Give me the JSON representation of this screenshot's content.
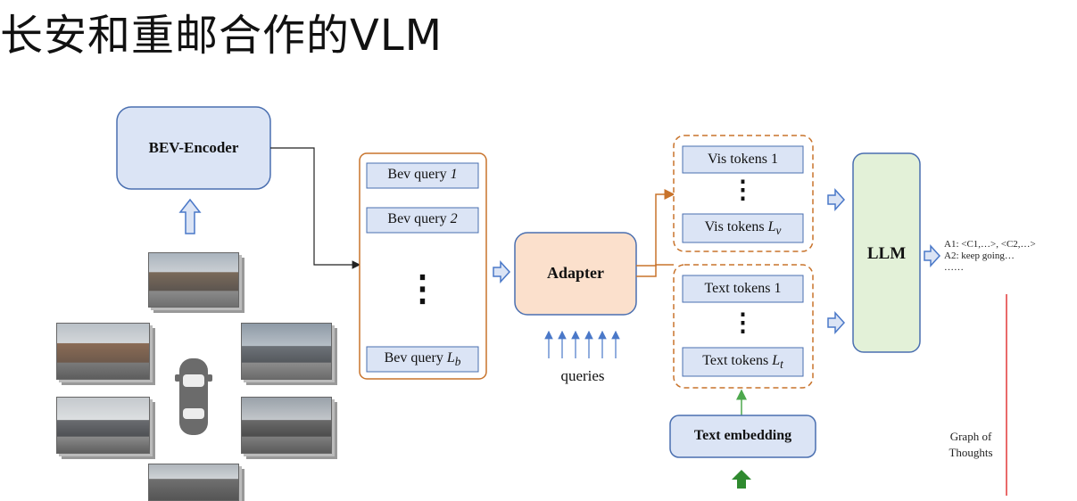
{
  "title": "长安和重邮合作的VLM",
  "encoder": {
    "label": "BEV-Encoder"
  },
  "bev_queries": {
    "q1": "Bev query",
    "q1_var": "1",
    "q2": "Bev query",
    "q2_var": "2",
    "dots": "⋮",
    "qlast": "Bev query",
    "qlast_var": "L",
    "qlast_sub": "b"
  },
  "adapter": {
    "label": "Adapter",
    "queries_label": "queries"
  },
  "vis_tokens": {
    "t1": "Vis tokens 1",
    "dots": "⋮",
    "tlast": "Vis tokens",
    "tlast_var": "L",
    "tlast_sub": "v"
  },
  "text_tokens": {
    "t1": "Text tokens 1",
    "dots": "⋮",
    "tlast": "Text tokens",
    "tlast_var": "L",
    "tlast_sub": "t"
  },
  "text_embedding": {
    "label": "Text embedding"
  },
  "llm": {
    "label": "LLM"
  },
  "output": {
    "line1": "A1: <C1,…>, <C2,…>",
    "line2": "A2: keep going…",
    "line3": "……"
  },
  "graph": {
    "label_line1": "Graph of",
    "label_line2": "Thoughts"
  },
  "colors": {
    "blue_box": "#dbe4f5",
    "adapter": "#fbe0cc",
    "llm": "#e3f1d8",
    "orange": "#c8732b",
    "arrow_blue": "#7fa0d8",
    "red_line": "#e23a3a"
  }
}
